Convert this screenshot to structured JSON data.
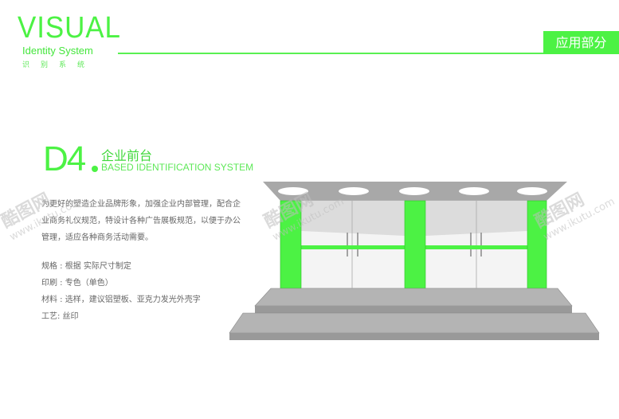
{
  "header": {
    "logo_title": "VISUAL",
    "logo_subtitle": "Identity System",
    "logo_cn": "识别系统",
    "section_badge": "应用部分"
  },
  "section": {
    "code": "D4",
    "title_cn": "企业前台",
    "title_en": "BASED IDENTIFICATION SYSTEM",
    "description": "为更好的塑造企业品牌形象，加强企业内部管理，配合企业商务礼仪规范，特设计各种广告展板规范，以便于办公管理，适应各种商务活动需要。",
    "specs": [
      "规格 : 根据 实际尺寸制定",
      "印刷 : 专色（单色）",
      "材料 : 选样，建议铝塑板、亚克力发光外壳字",
      "工艺:  丝印"
    ]
  },
  "watermark": {
    "name": "酷图网",
    "url": "www.ikutu.com"
  },
  "colors": {
    "accent": "#4cf244",
    "gray": "#a8a8a8"
  }
}
